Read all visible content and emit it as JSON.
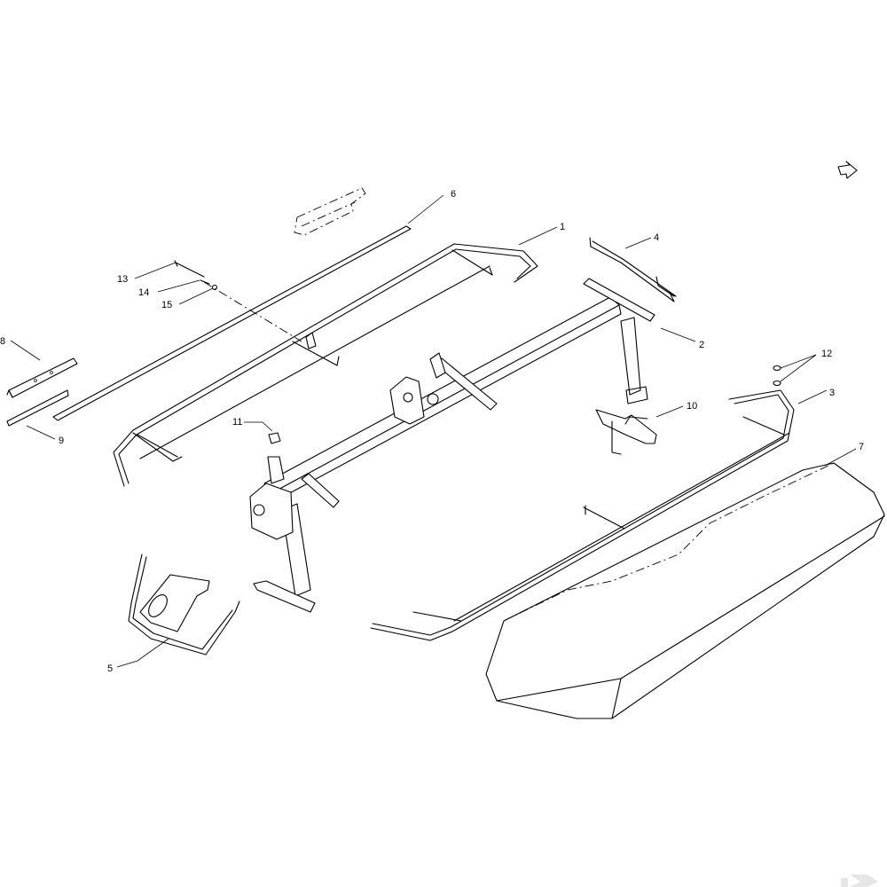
{
  "callouts": {
    "c1": "1",
    "c2": "2",
    "c3": "3",
    "c4": "4",
    "c5": "5",
    "c6": "6",
    "c7": "7",
    "c8": "8",
    "c9": "9",
    "c10": "10",
    "c11": "11",
    "c12": "12",
    "c13": "13",
    "c14": "14",
    "c15": "15"
  },
  "icons": {
    "orientation": "orientation-arrow-icon",
    "logo": "brand-logo-icon"
  },
  "colors": {
    "line": "#000000",
    "background": "#ffffff",
    "logo": "#e6e6e6"
  }
}
